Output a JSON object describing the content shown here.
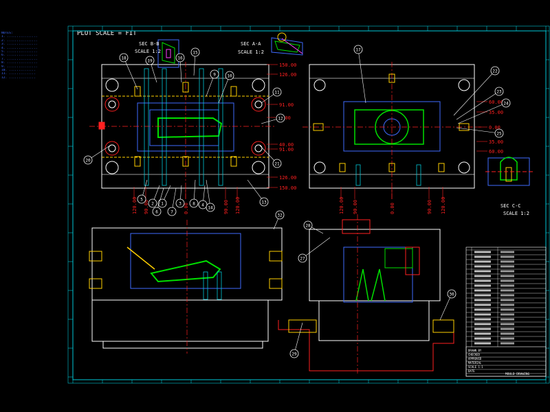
{
  "drawing": {
    "plot_note": "PLOT SCALE = FIT",
    "notes": [
      "NOTES:",
      "1. ................",
      "2. ................",
      "3. ................",
      "4. ................",
      "5. ................",
      "6. ................",
      "7. ................",
      "8. ................",
      "9. ................",
      "10. ..............",
      "11. ..............",
      "12. .............."
    ],
    "sections": [
      {
        "title": "SEC B-B",
        "scale": "SCALE 1:2"
      },
      {
        "title": "SEC A-A",
        "scale": "SCALE 1:2"
      },
      {
        "title": "SEC C-C",
        "scale": "SCALE 1:2"
      }
    ],
    "dims_left_right": [
      "150.00",
      "126.00",
      "91.00",
      "0.00",
      "40.00",
      "91.00",
      "126.00",
      "150.00"
    ],
    "dims_right_right": [
      "60.00",
      "35.00",
      "0.00",
      "35.00",
      "60.00"
    ],
    "dims_left_bottom": [
      "120.00",
      "90.00",
      "0.00",
      "90.00",
      "120.00"
    ],
    "dims_right_bottom": [
      "120.00",
      "90.00",
      "0.00",
      "90.00",
      "120.00"
    ],
    "balloons_top_left": [
      "1",
      "2",
      "3",
      "4",
      "5",
      "6",
      "7",
      "8",
      "9",
      "10",
      "11",
      "12",
      "13",
      "14",
      "15",
      "16",
      "18",
      "19",
      "20",
      "21"
    ],
    "balloons_top_right": [
      "17",
      "22",
      "23",
      "24",
      "25"
    ],
    "balloons_bottom": [
      "27",
      "28",
      "29",
      "30",
      "32"
    ],
    "title_block": {
      "rows": [
        "DRAWN BY",
        "CHECKED",
        "APPROVED",
        "MATERIAL",
        "SCALE 1:1",
        "DATE"
      ],
      "bottom": "MOULD DRAWING"
    },
    "colors": {
      "frame": "#00c8d8",
      "blue": "#3f6bff",
      "red": "#ff2020",
      "green": "#00e000",
      "yellow": "#ffd000",
      "white": "#ffffff",
      "magenta": "#ff40ff"
    }
  }
}
